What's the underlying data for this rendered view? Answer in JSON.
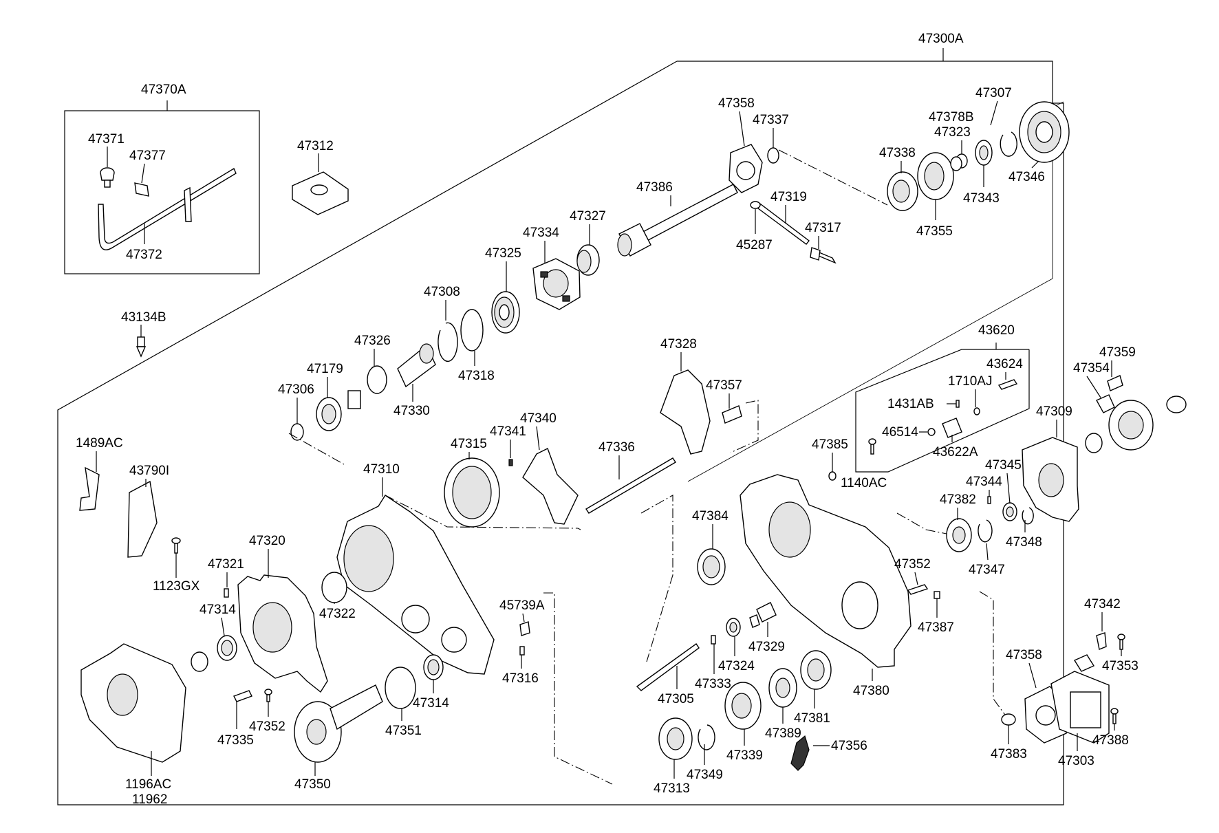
{
  "assemblies": {
    "main": "47300A",
    "shift_rail_kit": "47370A",
    "sensor_kit": "43620"
  },
  "labels": {
    "47370A": "47370A",
    "47371": "47371",
    "47377": "47377",
    "47372": "47372",
    "47312": "47312",
    "43134B": "43134B",
    "47300A": "47300A",
    "47358a": "47358",
    "47337": "47337",
    "47378B": "47378B",
    "47307": "47307",
    "47323": "47323",
    "47338": "47338",
    "47346": "47346",
    "47343": "47343",
    "47355": "47355",
    "47386": "47386",
    "47319": "47319",
    "47317": "47317",
    "45287": "45287",
    "47327": "47327",
    "47334": "47334",
    "47325": "47325",
    "47308": "47308",
    "47318": "47318",
    "47326": "47326",
    "47330": "47330",
    "47179": "47179",
    "47306": "47306",
    "47328": "47328",
    "47357": "47357",
    "43620": "43620",
    "43624": "43624",
    "47359": "47359",
    "1710AJ": "1710AJ",
    "47354": "47354",
    "1431AB": "1431AB",
    "47309": "47309",
    "46514": "46514",
    "43622A": "43622A",
    "47385": "47385",
    "1140AC": "1140AC",
    "47345": "47345",
    "47344": "47344",
    "47382": "47382",
    "47348": "47348",
    "47347": "47347",
    "47340": "47340",
    "47341": "47341",
    "47315": "47315",
    "47336": "47336",
    "47310": "47310",
    "1489AC": "1489AC",
    "43790I": "43790I",
    "1123GX": "1123GX",
    "47320": "47320",
    "47321": "47321",
    "47314a": "47314",
    "47322": "47322",
    "47384": "47384",
    "45739A": "45739A",
    "47352a": "47352",
    "47387": "47387",
    "47329": "47329",
    "47324": "47324",
    "47316": "47316",
    "47314b": "47314",
    "47333": "47333",
    "47305": "47305",
    "47380": "47380",
    "47381": "47381",
    "47389": "47389",
    "47342": "47342",
    "47358b": "47358",
    "47353": "47353",
    "47352b": "47352",
    "47335": "47335",
    "47351": "47351",
    "1196AC": "1196AC",
    "11962": "11962",
    "47350": "47350",
    "47339": "47339",
    "47356": "47356",
    "47349": "47349",
    "47313": "47313",
    "47383": "47383",
    "47303": "47303",
    "47388": "47388"
  },
  "colors": {
    "ink": "#000000",
    "paper": "#ffffff",
    "shade": "#e4e4e4"
  }
}
